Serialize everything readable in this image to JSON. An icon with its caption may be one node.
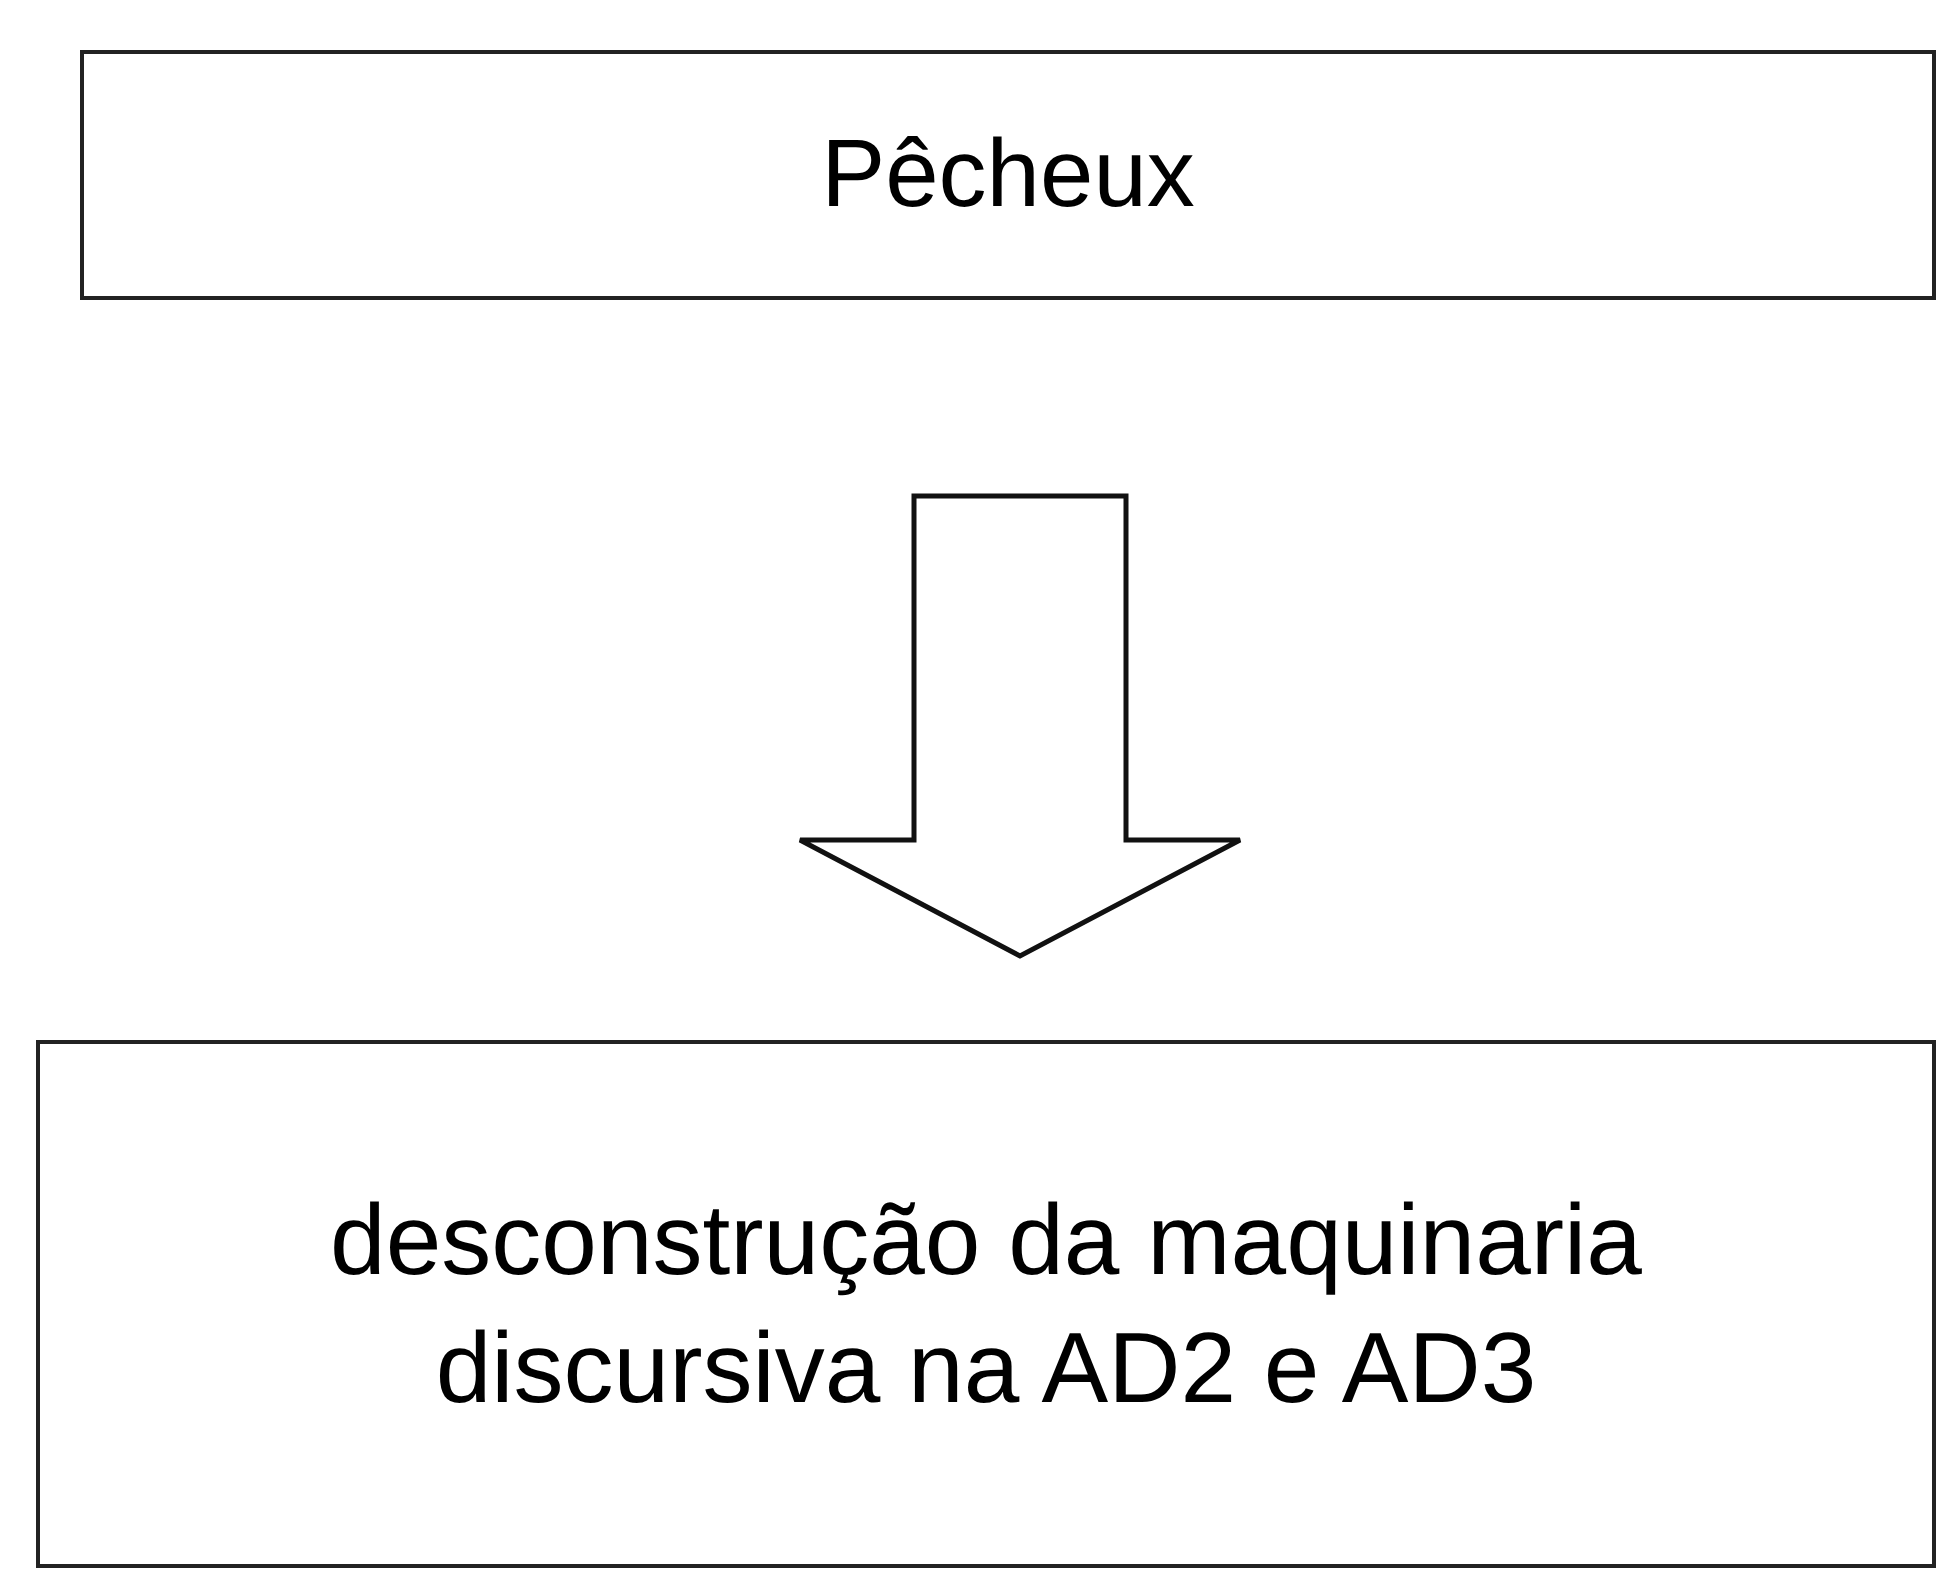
{
  "diagram": {
    "nodes": [
      {
        "text": [
          "Pêcheux"
        ]
      },
      {
        "text": [
          "desconstrução da maquinaria discursiva na AD2 e AD3"
        ]
      }
    ],
    "edges": [
      {
        "from": 0,
        "to": 1,
        "arrow": "to"
      }
    ]
  }
}
